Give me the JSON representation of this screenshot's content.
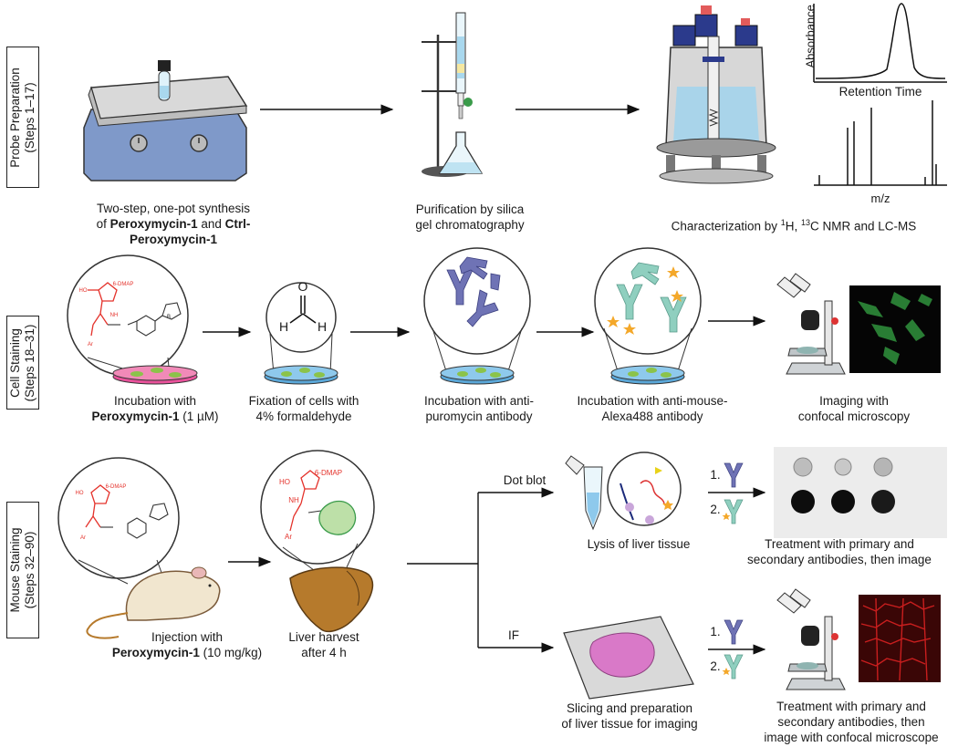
{
  "rows": {
    "probe": {
      "label": "Probe Preparation",
      "steps": "(Steps 1–17)"
    },
    "cell": {
      "label": "Cell Staining",
      "steps": "(Steps 18–31)"
    },
    "mouse": {
      "label": "Mouse Staining",
      "steps": "(Steps 32–90)"
    }
  },
  "probe": {
    "synthesis_line1": "Two-step, one-pot synthesis",
    "synthesis_of": "of ",
    "synthesis_bold1": "Peroxymycin-1",
    "synthesis_and": " and ",
    "synthesis_bold2a": "Ctrl-",
    "synthesis_bold2b": "Peroxymycin-1",
    "purification_line1": "Purification by silica",
    "purification_line2": "gel chromatography",
    "characterization_pre": "Characterization by ",
    "characterization_sup1": "1",
    "characterization_mid": "H, ",
    "characterization_sup2": "13",
    "characterization_post": "C NMR and LC-MS",
    "chrom_ylabel": "Absorbance",
    "chrom_xlabel": "Retention Time",
    "ms_xlabel": "m/z"
  },
  "cell": {
    "incubation_line1": "Incubation with",
    "incubation_bold": "Peroxymycin-1",
    "incubation_conc": " (1 µM)",
    "fixation_line1": "Fixation of cells with",
    "fixation_line2": "4% formaldehyde",
    "antipuro_line1": "Incubation with anti-",
    "antipuro_line2": "puromycin antibody",
    "antimouse_line1": "Incubation with anti-mouse-",
    "antimouse_line2": "Alexa488 antibody",
    "imaging_line1": "Imaging with",
    "imaging_line2": "confocal microscopy",
    "formaldehyde_O": "O",
    "formaldehyde_H1": "H",
    "formaldehyde_H2": "H"
  },
  "mouse": {
    "injection_line1": "Injection with",
    "injection_bold": "Peroxymycin-1",
    "injection_dose": " (10 mg/kg)",
    "harvest_line1": "Liver harvest",
    "harvest_line2": "after 4 h",
    "dotblot_label": "Dot blot",
    "if_label": "IF",
    "lysis_label": "Lysis of liver tissue",
    "step1": "1.",
    "step2": "2.",
    "dot_treatment_line1": "Treatment with primary and",
    "dot_treatment_line2": "secondary antibodies, then image",
    "slicing_line1": "Slicing and preparation",
    "slicing_line2": "of liver tissue for imaging",
    "if_treatment_line1": "Treatment with primary and",
    "if_treatment_line2": "secondary antibodies, then",
    "if_treatment_line3": "image with confocal microscope"
  },
  "chem": {
    "ho": "HO",
    "o": "O",
    "dmap": "6-DMAP",
    "nh": "NH",
    "h": "H",
    "n": "N",
    "ar": "Ar",
    "b": "B"
  },
  "colors": {
    "red_chem": "#e4322b",
    "antibody": "#6f73b5",
    "antibody2": "#8fcfbf",
    "star": "#f4a82a",
    "hotplate": "#7f99c9",
    "liver": "#b67a2c",
    "mouse": "#f1e6cf",
    "pink_dish": "#e8519a",
    "blue_dish": "#5aa7d8"
  }
}
